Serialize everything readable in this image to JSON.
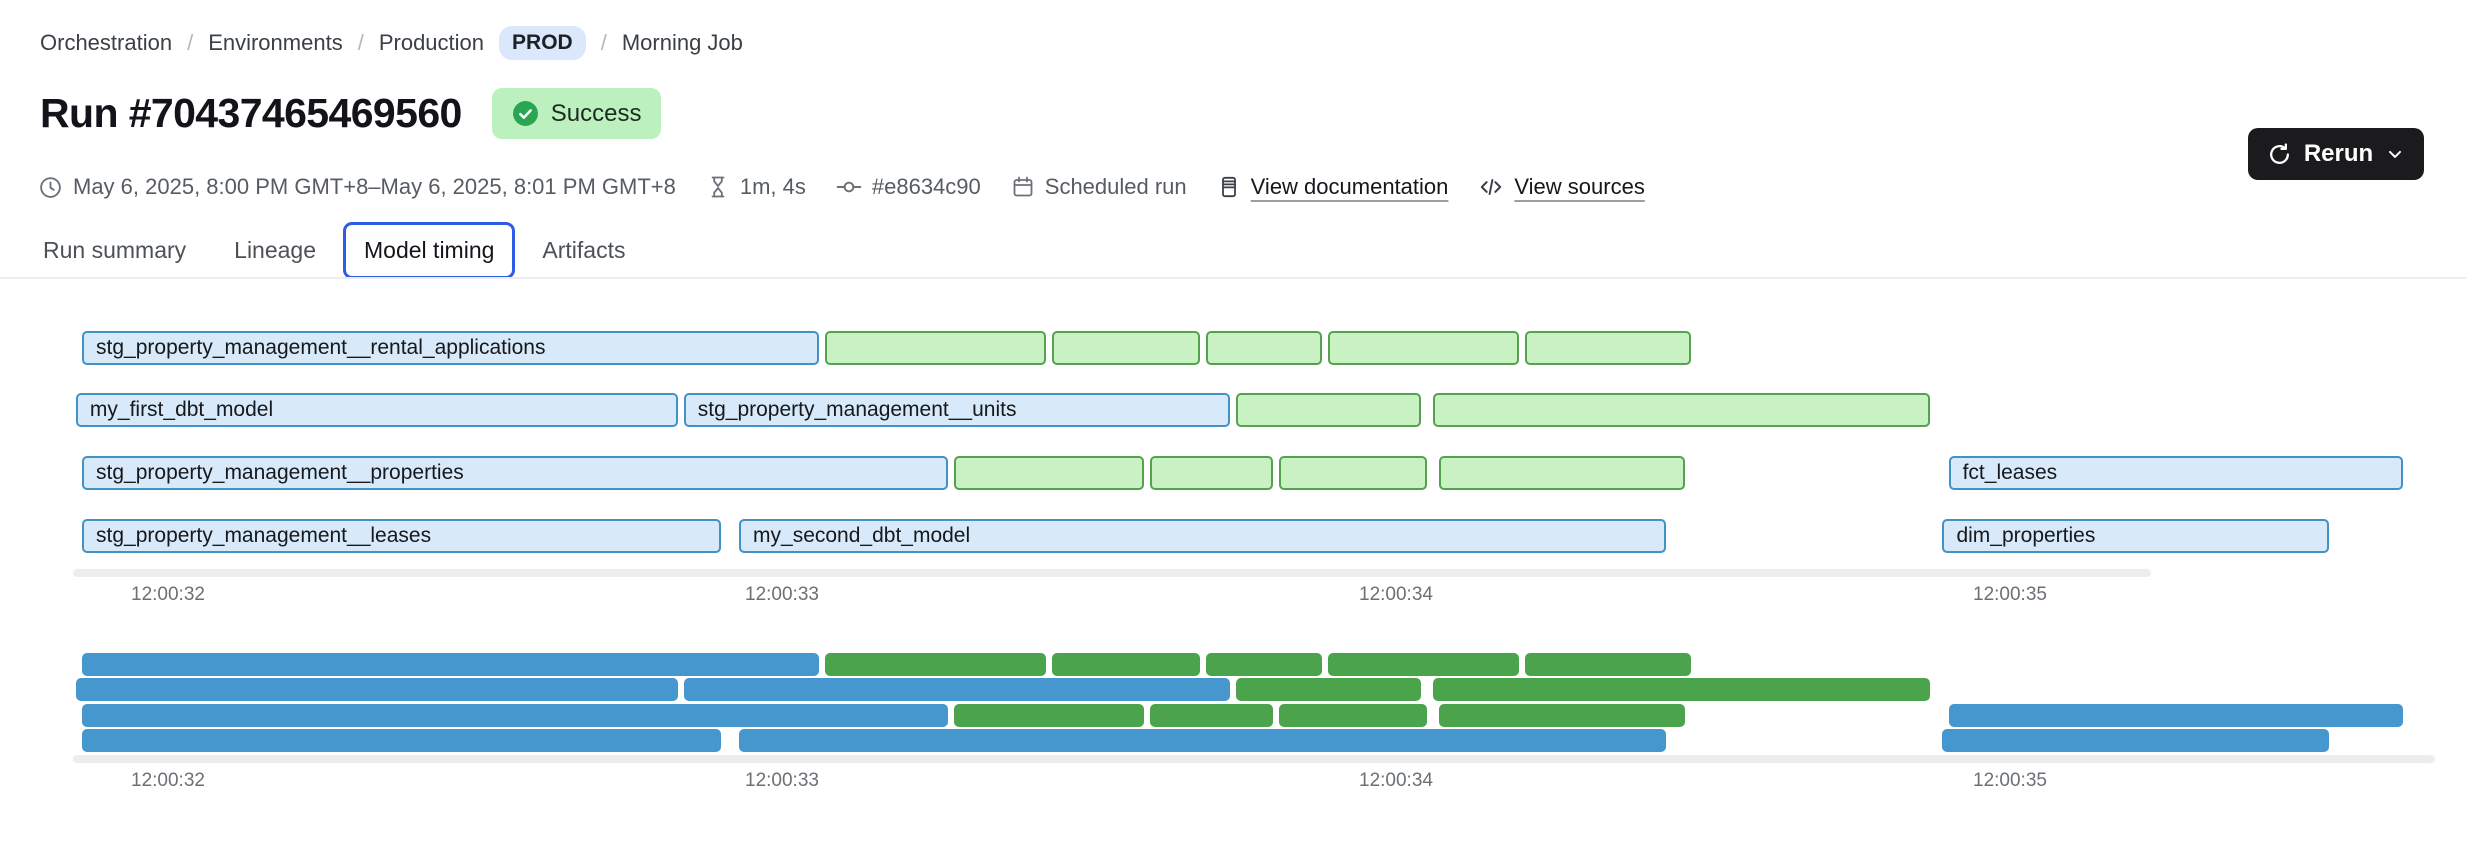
{
  "breadcrumb": {
    "separator": "/",
    "items": [
      "Orchestration",
      "Environments",
      "Production",
      "Morning Job"
    ],
    "env_badge": "PROD"
  },
  "header": {
    "title": "Run #70437465469560",
    "status": "Success",
    "rerun_label": "Rerun"
  },
  "meta": {
    "date_range": "May 6, 2025, 8:00 PM GMT+8–May 6, 2025, 8:01 PM GMT+8",
    "duration": "1m, 4s",
    "commit": "#e8634c90",
    "run_type": "Scheduled run",
    "docs_link": "View documentation",
    "sources_link": "View sources"
  },
  "tabs": [
    {
      "label": "Run summary",
      "selected": false
    },
    {
      "label": "Lineage",
      "selected": false
    },
    {
      "label": "Model timing",
      "selected": true
    },
    {
      "label": "Artifacts",
      "selected": false
    }
  ],
  "colors": {
    "accent": "#2e5ce6",
    "prod_badge_bg": "#dbe7fb",
    "success_bg": "#bcf0bf",
    "success_dot": "#2aa653",
    "rerun_bg": "#1b1b1d",
    "bar_blue_fill": "#d8e9f9",
    "bar_blue_border": "#4292c6",
    "bar_green_fill": "#c8f2c4",
    "bar_green_border": "#55a14e",
    "mini_blue": "#4597ce",
    "mini_green": "#4ba44b"
  },
  "chart_data": {
    "type": "gantt",
    "title": "Model timing",
    "x_ticks": [
      {
        "t": 32,
        "label": "12:00:32"
      },
      {
        "t": 33,
        "label": "12:00:33"
      },
      {
        "t": 34,
        "label": "12:00:34"
      },
      {
        "t": 35,
        "label": "12:00:35"
      }
    ],
    "rows": [
      {
        "bars": [
          {
            "label": "stg_property_management__rental_applications",
            "start": 31.86,
            "end": 33.06,
            "color": "blue"
          },
          {
            "label": "",
            "start": 33.07,
            "end": 33.43,
            "color": "green"
          },
          {
            "label": "",
            "start": 33.44,
            "end": 33.68,
            "color": "green"
          },
          {
            "label": "",
            "start": 33.69,
            "end": 33.88,
            "color": "green"
          },
          {
            "label": "",
            "start": 33.89,
            "end": 34.2,
            "color": "green"
          },
          {
            "label": "",
            "start": 34.21,
            "end": 34.48,
            "color": "green"
          }
        ]
      },
      {
        "bars": [
          {
            "label": "my_first_dbt_model",
            "start": 31.85,
            "end": 32.83,
            "color": "blue"
          },
          {
            "label": "stg_property_management__units",
            "start": 32.84,
            "end": 33.73,
            "color": "blue"
          },
          {
            "label": "",
            "start": 33.74,
            "end": 34.04,
            "color": "green"
          },
          {
            "label": "",
            "start": 34.06,
            "end": 34.87,
            "color": "green"
          }
        ]
      },
      {
        "bars": [
          {
            "label": "stg_property_management__properties",
            "start": 31.86,
            "end": 33.27,
            "color": "blue"
          },
          {
            "label": "",
            "start": 33.28,
            "end": 33.59,
            "color": "green"
          },
          {
            "label": "",
            "start": 33.6,
            "end": 33.8,
            "color": "green"
          },
          {
            "label": "",
            "start": 33.81,
            "end": 34.05,
            "color": "green"
          },
          {
            "label": "",
            "start": 34.07,
            "end": 34.47,
            "color": "green"
          },
          {
            "label": "fct_leases",
            "start": 34.9,
            "end": 35.64,
            "color": "blue"
          }
        ]
      },
      {
        "bars": [
          {
            "label": "stg_property_management__leases",
            "start": 31.86,
            "end": 32.9,
            "color": "blue"
          },
          {
            "label": "my_second_dbt_model",
            "start": 32.93,
            "end": 34.44,
            "color": "blue"
          },
          {
            "label": "dim_properties",
            "start": 34.89,
            "end": 35.52,
            "color": "blue"
          }
        ]
      }
    ]
  }
}
